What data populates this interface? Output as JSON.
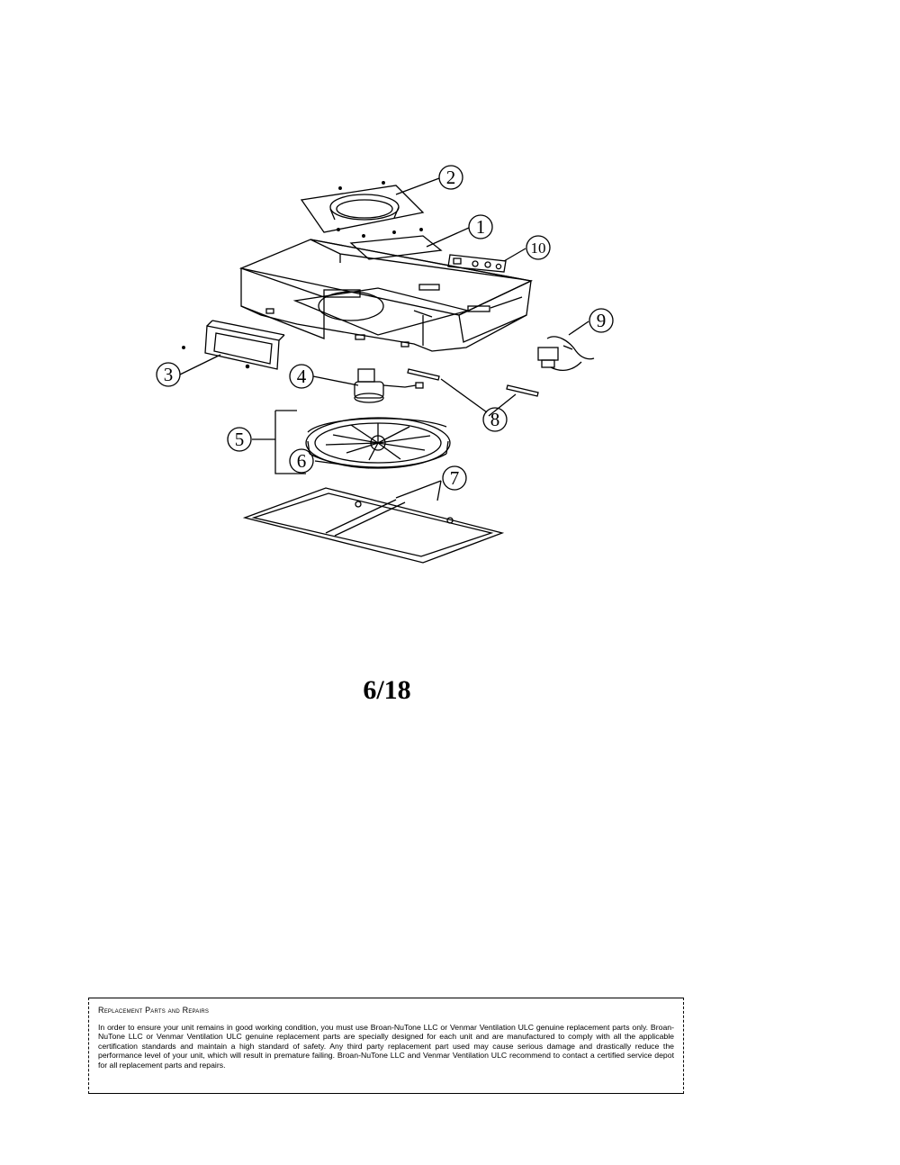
{
  "callouts": [
    "1",
    "2",
    "3",
    "4",
    "5",
    "6",
    "7",
    "8",
    "9",
    "10"
  ],
  "page_number": "6/18",
  "notice": {
    "title": "Replacement Parts and Repairs",
    "body": "In order to ensure your unit remains in good working condition, you must use Broan-NuTone LLC or Venmar Ventilation ULC genuine replacement parts only. Broan-NuTone LLC or Venmar Ventilation ULC genuine replacement parts are specially designed for each unit and are manufactured to comply with all the applicable certification standards and maintain a high standard of safety. Any third party replacement part used may cause serious damage and drastically reduce the performance level of your unit, which will result in premature failing. Broan-NuTone LLC and Venmar Ventilation ULC recommend to contact a certified service depot for all replacement parts and repairs."
  }
}
